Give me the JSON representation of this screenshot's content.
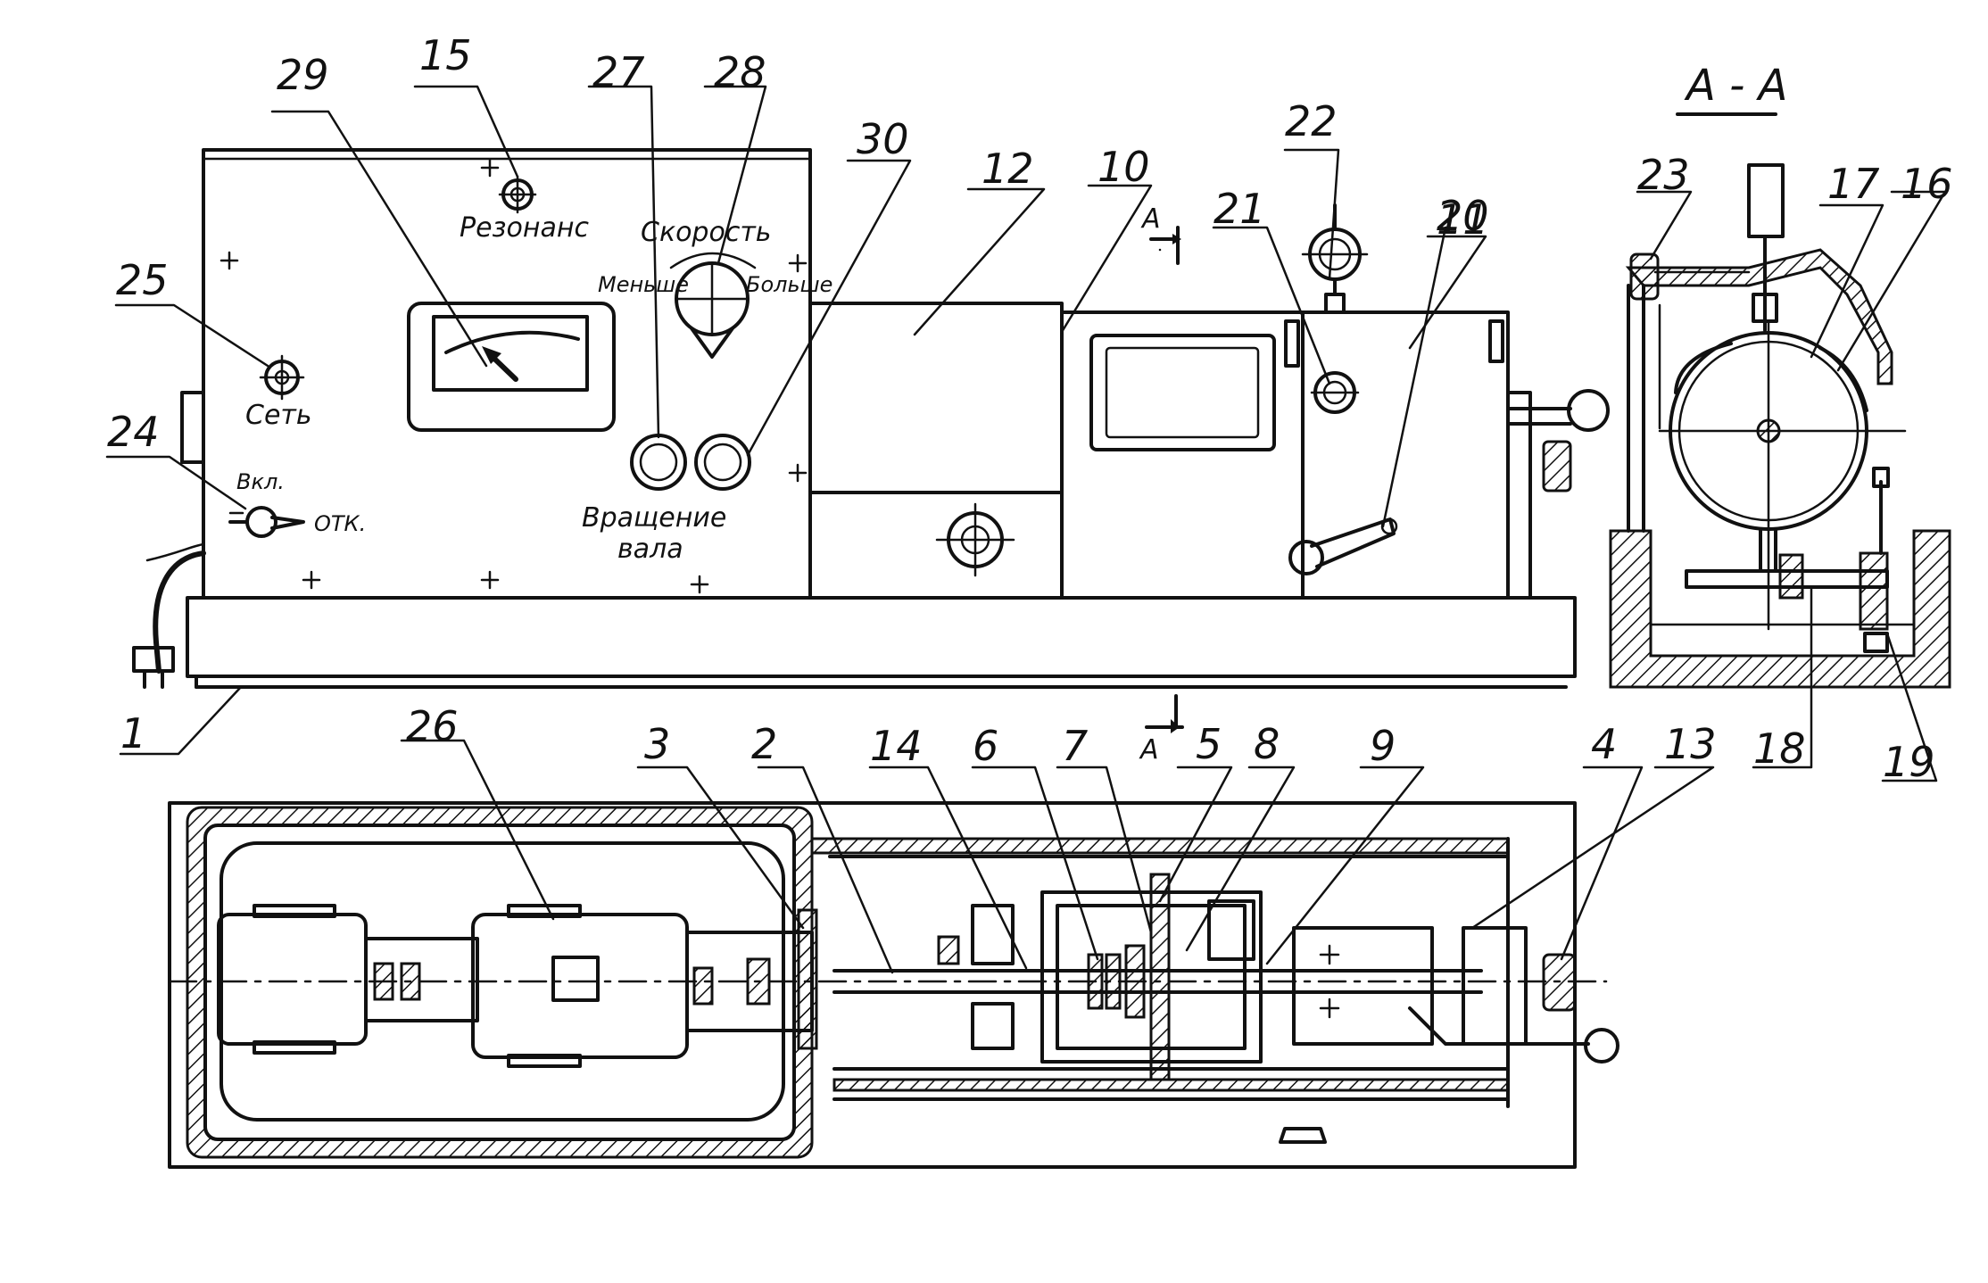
{
  "section_title": "А - А",
  "section_marker": "А",
  "control_labels": {
    "resonance": "Резонанс",
    "speed": "Скорость",
    "less": "Меньше",
    "more": "Больше",
    "network": "Сеть",
    "on": "Вкл.",
    "off": "ОТК.",
    "rotation_line1": "Вращение",
    "rotation_line2": "вала"
  },
  "part_numbers": [
    "1",
    "2",
    "3",
    "4",
    "5",
    "6",
    "7",
    "8",
    "9",
    "10",
    "11",
    "12",
    "13",
    "14",
    "15",
    "16",
    "17",
    "18",
    "19",
    "20",
    "21",
    "22",
    "23",
    "24",
    "25",
    "26",
    "27",
    "28",
    "29",
    "30"
  ]
}
